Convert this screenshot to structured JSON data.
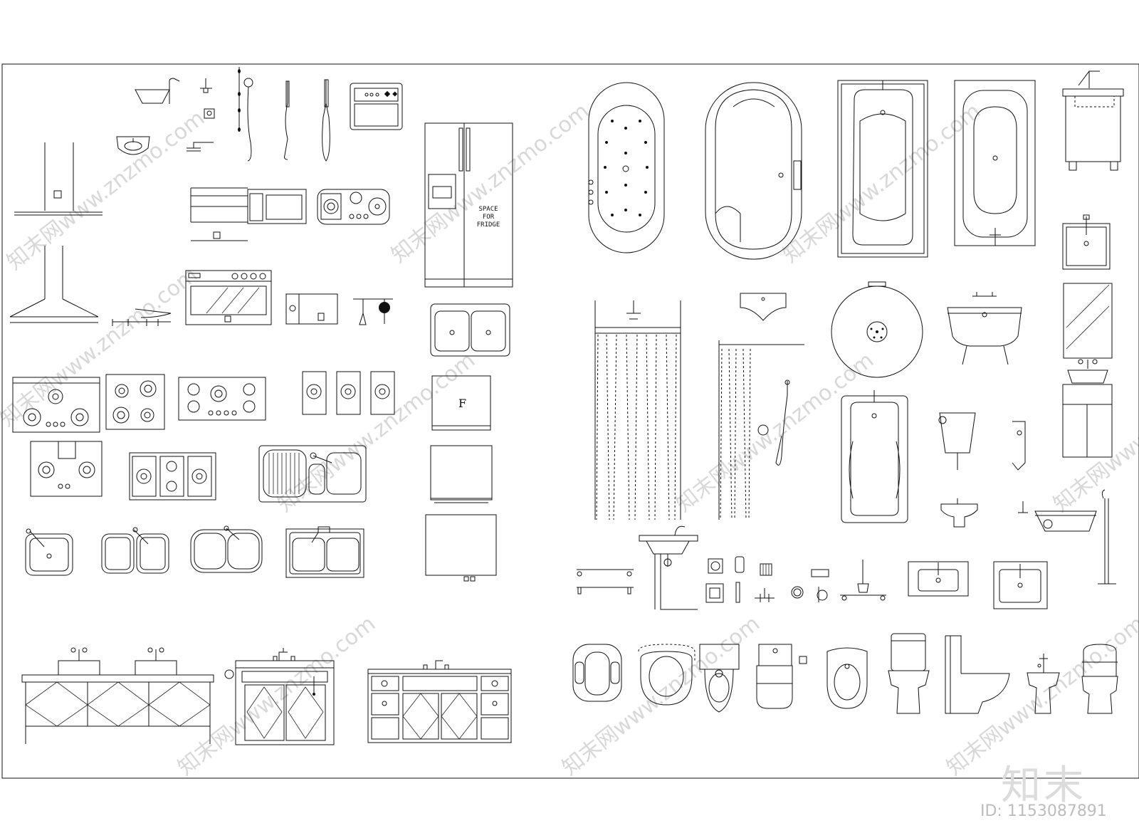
{
  "fridge_label": [
    "SPACE",
    "FOR",
    "FRIDGE"
  ],
  "fridge_f_label": "F",
  "watermark": {
    "text": "知末网www.znzmo.com",
    "color": "#d8d8d8"
  },
  "brand_text": "知末",
  "image_id": "ID: 1153087891",
  "line_color": "#111111"
}
